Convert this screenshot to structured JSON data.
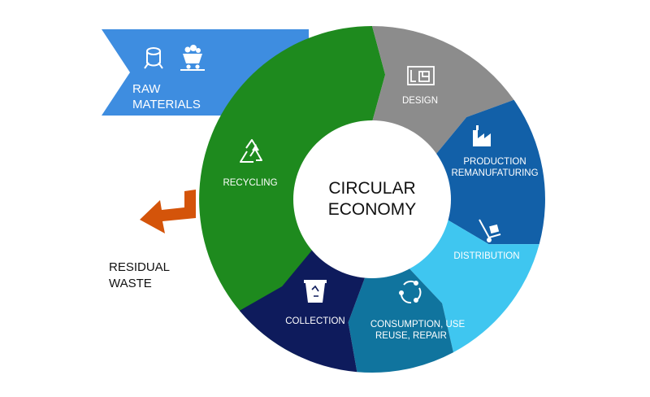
{
  "colors": {
    "raw_materials": "#3E8DE0",
    "recycling": "#1E8A1E",
    "design": "#8C8C8C",
    "production": "#1260A8",
    "distribution": "#3FC6F0",
    "consumption": "#10749E",
    "collection": "#0E1B5C",
    "waste_arrow": "#D4540A"
  },
  "center": {
    "line1": "CIRCULAR",
    "line2": "ECONOMY"
  },
  "raw_materials": {
    "line1": "RAW",
    "line2": "MATERIALS",
    "icons": [
      "wood-log-icon",
      "mine-cart-icon"
    ]
  },
  "residual_waste": {
    "line1": "RESIDUAL",
    "line2": "WASTE",
    "icon": "down-arrow-icon"
  },
  "segments": {
    "recycling": {
      "label": "RECYCLING",
      "icon": "recycle-icon"
    },
    "design": {
      "label": "DESIGN",
      "icon": "blueprint-icon"
    },
    "production": {
      "line1": "PRODUCTION",
      "line2": "REMANUFATURING",
      "icon": "factory-icon"
    },
    "distribution": {
      "label": "DISTRIBUTION",
      "icon": "hand-truck-icon"
    },
    "consumption": {
      "line1": "CONSUMPTION, USE",
      "line2": "REUSE, REPAIR",
      "icon": "cycle-arrows-icon"
    },
    "collection": {
      "label": "COLLECTION",
      "icon": "recycle-bin-icon"
    }
  }
}
